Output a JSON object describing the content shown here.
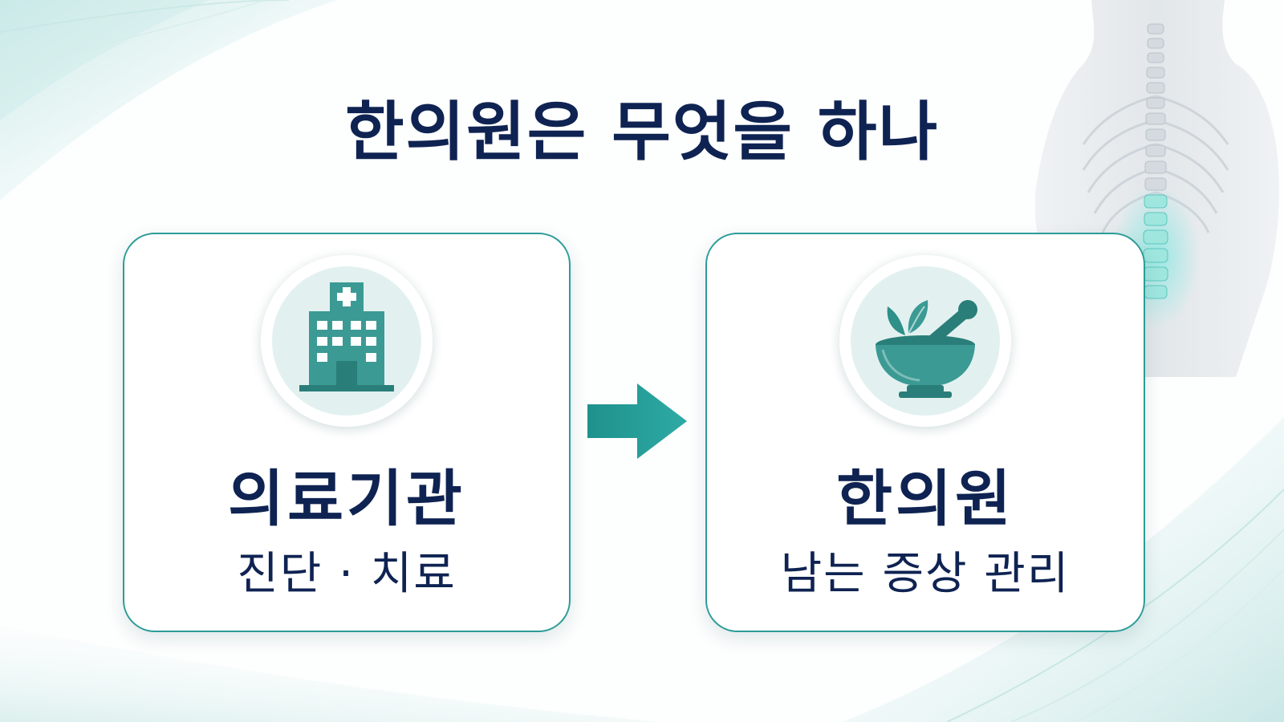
{
  "title": "한의원은 무엇을 하나",
  "cards": [
    {
      "title": "의료기관",
      "subtitle": "진단 · 치료",
      "icon": "hospital-building-icon"
    },
    {
      "title": "한의원",
      "subtitle": "남는 증상 관리",
      "icon": "mortar-pestle-herb-icon"
    }
  ],
  "arrow_icon": "right-arrow-icon",
  "decor": {
    "figure": "human-back-spine-illustration"
  },
  "colors": {
    "title": "#0f2352",
    "accent": "#2c9c98",
    "icon_fill": "#3b9a94",
    "icon_bg": "#e2f1f0"
  }
}
